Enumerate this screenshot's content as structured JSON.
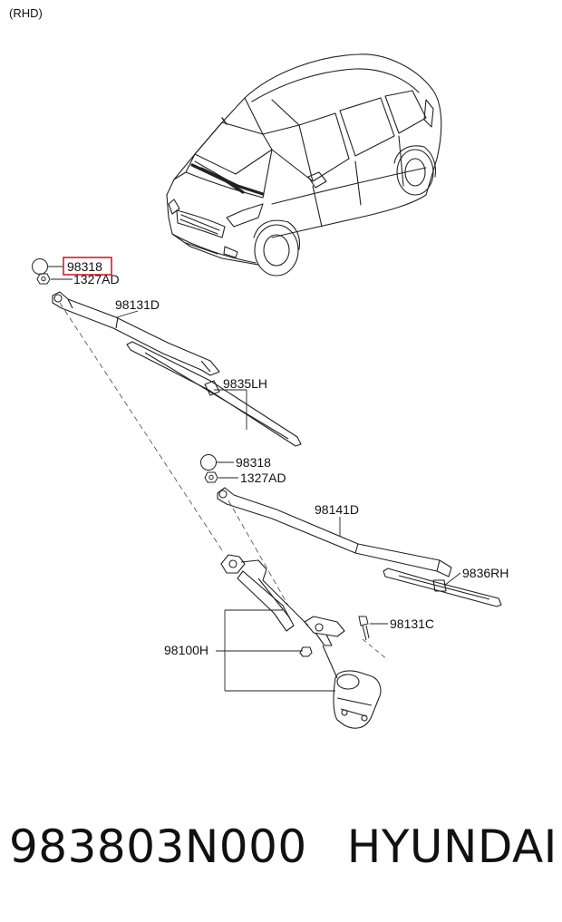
{
  "diagram": {
    "variant_note": "(RHD)",
    "callouts": {
      "cap_top": "98318",
      "nut_top": "1327AD",
      "arm_lh": "98131D",
      "blade_lh": "9835LH",
      "cap_mid": "98318",
      "nut_mid": "1327AD",
      "arm_rh": "98141D",
      "blade_rh": "9836RH",
      "bolt": "98131C",
      "linkage_motor": "98100H"
    },
    "highlight_color": "#d0202a"
  },
  "footer": {
    "part_number": "983803N000",
    "brand": "HYUNDAI"
  }
}
